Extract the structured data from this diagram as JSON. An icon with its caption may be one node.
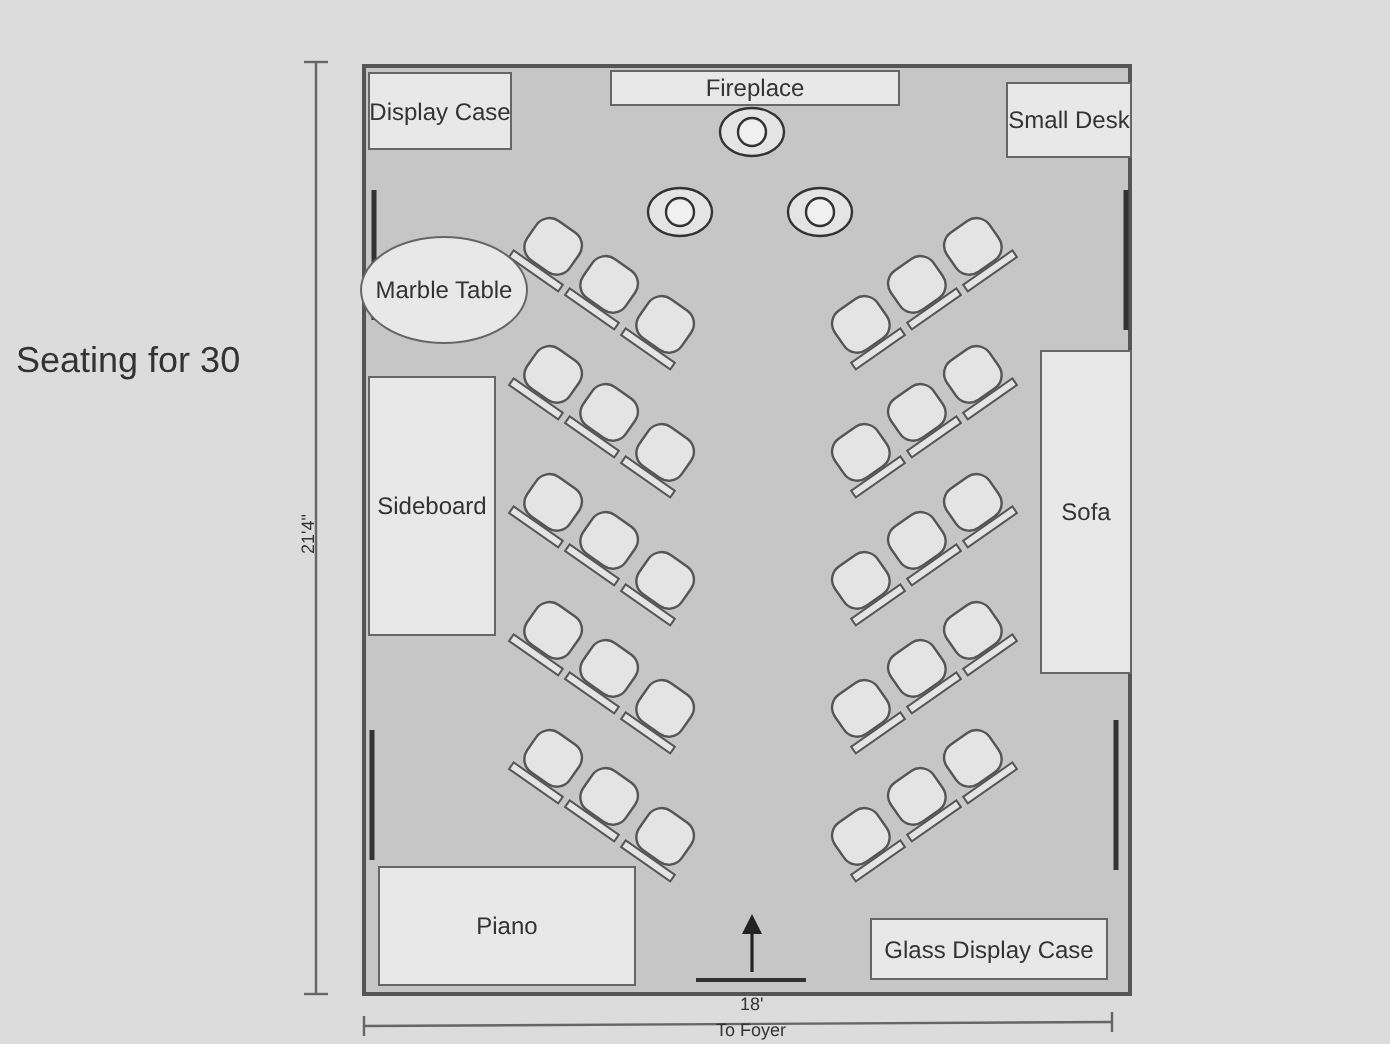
{
  "diagram": {
    "title": "Seating for 30",
    "nodes": [
      {
        "text": [
          "Display Case"
        ]
      },
      {
        "text": [
          "Fireplace"
        ]
      },
      {
        "text": [
          "Small Desk"
        ]
      },
      {
        "text": [
          "Marble Table"
        ]
      },
      {
        "text": [
          "Sideboard"
        ]
      },
      {
        "text": [
          "Sofa"
        ]
      },
      {
        "text": [
          "Piano"
        ]
      },
      {
        "text": [
          "Glass Display Case"
        ]
      }
    ],
    "labels": [
      "21'4\"",
      "18'",
      "To Foyer"
    ]
  }
}
